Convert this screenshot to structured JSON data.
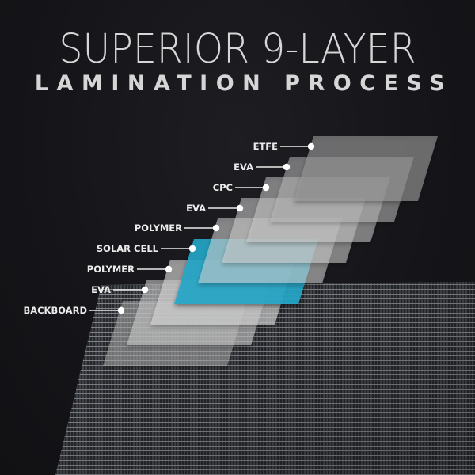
{
  "title": {
    "line1": "SUPERIOR 9-LAYER",
    "line2": "LAMINATION PROCESS"
  },
  "colors": {
    "background": "#151519",
    "text": "#d6d6d6",
    "label": "#ececec",
    "solar_cell": "#2aa9c9",
    "layer_gray": "#9a9a9a"
  },
  "layers": [
    {
      "label": "ETFE",
      "order": 9
    },
    {
      "label": "EVA",
      "order": 8
    },
    {
      "label": "CPC",
      "order": 7
    },
    {
      "label": "EVA",
      "order": 6
    },
    {
      "label": "POLYMER",
      "order": 5
    },
    {
      "label": "SOLAR CELL",
      "order": 4
    },
    {
      "label": "POLYMER",
      "order": 3
    },
    {
      "label": "EVA",
      "order": 2
    },
    {
      "label": "BACKBOARD",
      "order": 1
    }
  ]
}
